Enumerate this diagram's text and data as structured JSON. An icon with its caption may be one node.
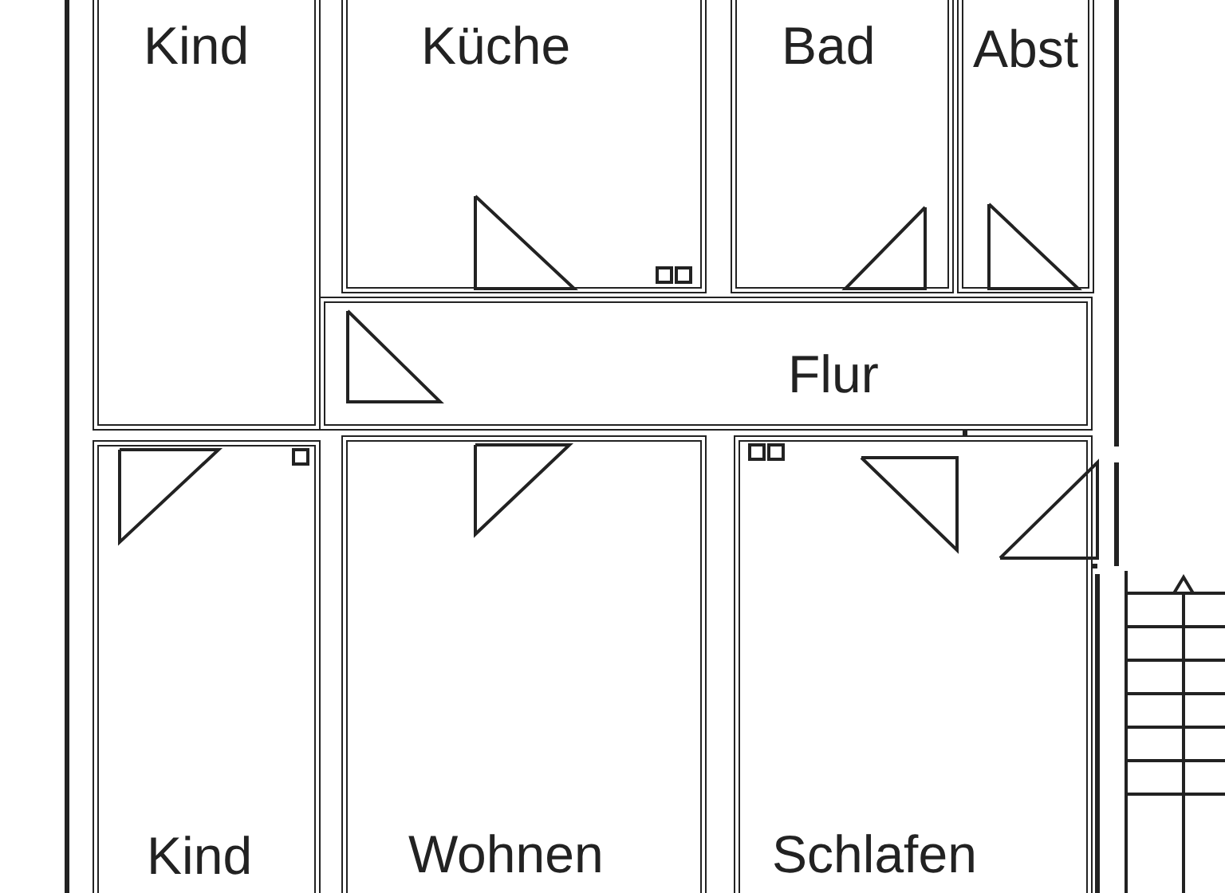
{
  "diagram": {
    "nodes": [
      {
        "text": [
          "Kind"
        ]
      },
      {
        "text": [
          "Küche"
        ]
      },
      {
        "text": [
          "Bad"
        ]
      },
      {
        "text": [
          "Abst"
        ]
      },
      {
        "text": [
          "Flur"
        ]
      },
      {
        "text": [
          "Kind"
        ]
      },
      {
        "text": [
          "Wohnen"
        ]
      },
      {
        "text": [
          "Schlafen"
        ]
      }
    ]
  }
}
